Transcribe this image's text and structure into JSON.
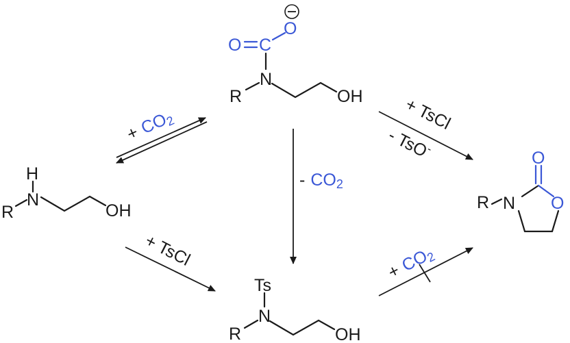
{
  "colors": {
    "black": "#1a1a1a",
    "blue": "#3a57d6"
  },
  "carbamate": {
    "o_double": "O",
    "c": "C",
    "o_minus": "O",
    "n": "N",
    "r": "R",
    "oh": "OH"
  },
  "aminoalcohol": {
    "h": "H",
    "n": "N",
    "r": "R",
    "oh": "OH"
  },
  "ts_amine": {
    "ts": "Ts",
    "n": "N",
    "r": "R",
    "oh": "OH"
  },
  "oxazolidinone": {
    "r": "R",
    "n": "N",
    "o_ring": "O",
    "o_carbonyl": "O"
  },
  "arrows": {
    "eq_plus": "+",
    "eq_co2": "CO",
    "down_minus": "-",
    "down_co2": "CO",
    "tr_plus_tscl": "+ TsCl",
    "tr_minus_tso": "- TsO",
    "bl_plus_tscl": "+ TsCl",
    "br_plus": "+",
    "br_co2": "CO"
  },
  "subscript_2": "2",
  "superscript_minus": "-"
}
